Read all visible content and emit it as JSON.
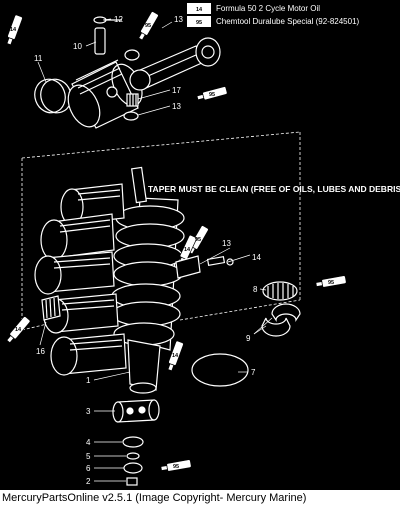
{
  "legend": [
    {
      "code": "14",
      "text": "Formula 50 2 Cycle Motor Oil"
    },
    {
      "code": "95",
      "text": "Chemtool Duralube Special (92-824501)"
    }
  ],
  "note": "TAPER MUST BE CLEAN (FREE OF OILS, LUBES AND DEBRIS)",
  "callouts": {
    "c1": "1",
    "c2": "2",
    "c3": "3",
    "c4": "4",
    "c5": "5",
    "c6": "6",
    "c7": "7",
    "c8": "8",
    "c9": "9",
    "c10": "10",
    "c11": "11",
    "c12": "12",
    "c13a": "13",
    "c13b": "13",
    "c13c": "13",
    "c14": "14",
    "c16": "16",
    "c17": "17"
  },
  "tube_codes": {
    "t1": "14",
    "t2": "95",
    "t3": "14",
    "t4": "95",
    "t5": "14",
    "t6": "95",
    "t7": "14",
    "t8": "95"
  },
  "footer": "MercuryPartsOnline v2.5.1 (Image Copyright- Mercury Marine)"
}
